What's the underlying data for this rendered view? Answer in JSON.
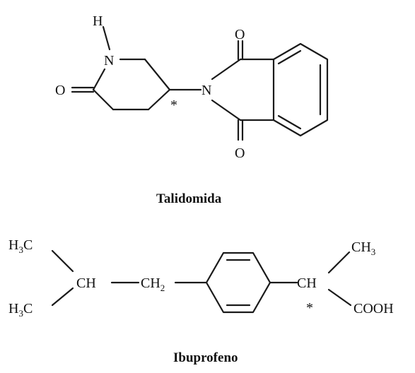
{
  "molecules": [
    {
      "name": "Talidomida",
      "atoms": {
        "h": "H",
        "n_ring": "N",
        "o_left": "O",
        "star": "*",
        "n_imide": "N",
        "o_top": "O",
        "o_bottom": "O"
      }
    },
    {
      "name": "Ibuprofeno",
      "atoms": {
        "h3c_top_main": "H",
        "h3c_top_sub": "3",
        "h3c_top_c": "C",
        "h3c_bot_main": "H",
        "h3c_bot_sub": "3",
        "h3c_bot_c": "C",
        "ch_left": "CH",
        "ch2_main": "CH",
        "ch2_sub": "2",
        "ch_right": "CH",
        "star": "*",
        "ch3_main": "CH",
        "ch3_sub": "3",
        "cooh": "COOH"
      }
    }
  ]
}
